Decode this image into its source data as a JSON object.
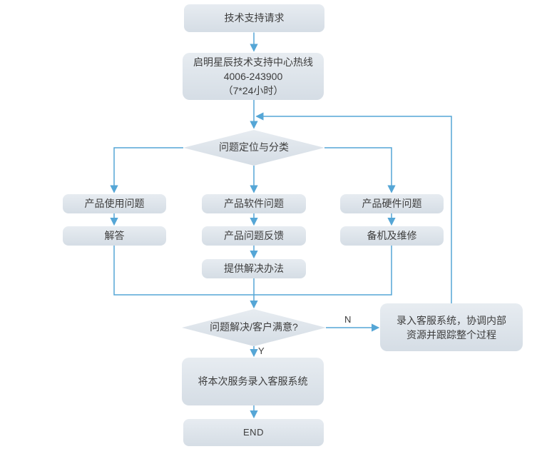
{
  "colors": {
    "background": "#ffffff",
    "node_fill_top": "#e7ecf1",
    "node_fill_bottom": "#d5dde5",
    "arrow": "#55a6d6",
    "text": "#3d3d3d"
  },
  "nodes": {
    "request": {
      "label": "技术支持请求"
    },
    "hotline": {
      "lines": [
        "启明星辰技术支持中心热线",
        "4006-243900",
        "（7*24小时）"
      ]
    },
    "classify": {
      "label": "问题定位与分类"
    },
    "usage": {
      "label": "产品使用问题"
    },
    "software": {
      "label": "产品软件问题"
    },
    "hardware": {
      "label": "产品硬件问题"
    },
    "answer": {
      "label": "解答"
    },
    "feedback": {
      "label": "产品问题反馈"
    },
    "repair": {
      "label": "备机及维修"
    },
    "solution": {
      "label": "提供解决办法"
    },
    "satisfied": {
      "label": "问题解决/客户满意?"
    },
    "crm": {
      "lines": [
        "录入客服系统，协调内部",
        "资源并跟踪整个过程"
      ]
    },
    "record": {
      "label": "将本次服务录入客服系统"
    },
    "end": {
      "label": "END"
    }
  },
  "edge_labels": {
    "no": "N",
    "yes": "Y"
  }
}
